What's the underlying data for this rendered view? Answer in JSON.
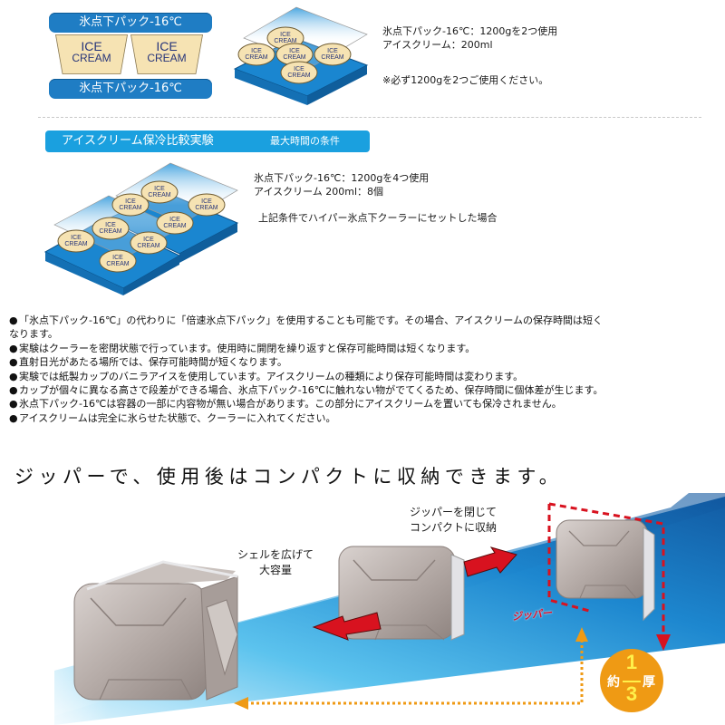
{
  "top_diagram": {
    "pack_banner_top": "氷点下パック-16℃",
    "pack_banner_bottom": "氷点下パック-16℃",
    "cups": [
      {
        "line1": "ICE",
        "line2": "CREAM"
      },
      {
        "line1": "ICE",
        "line2": "CREAM"
      }
    ],
    "tray_cup_label": "ICE CREAM",
    "spec_line1": "氷点下パック-16℃：1200gを2つ使用",
    "spec_line2": "アイスクリーム：200ml",
    "spec_note": "※必ず1200gを2つご使用ください。"
  },
  "section": {
    "title": "アイスクリーム保冷比較実験",
    "subtitle": "最大時間の条件",
    "spec_line1": "氷点下パック-16℃：1200gを4つ使用",
    "spec_line2": "アイスクリーム 200ml：8個",
    "spec_note": "上記条件でハイパー氷点下クーラーにセットした場合"
  },
  "notes": [
    {
      "bullet": "●",
      "text": "「氷点下パック-16℃」の代わりに「倍速氷点下パック」を使用することも可能です。その場合、アイスクリームの保存時間は短く",
      "cont": "なります。"
    },
    {
      "bullet": "●",
      "text": "実験はクーラーを密閉状態で行っています。使用時に開閉を繰り返すと保存可能時間は短くなります。"
    },
    {
      "bullet": "●",
      "text": "直射日光があたる場所では、保存可能時間が短くなります。"
    },
    {
      "bullet": "●",
      "text": "実験では紙製カップのバニラアイスを使用しています。アイスクリームの種類により保存可能時間は変わります。"
    },
    {
      "bullet": "●",
      "text": "カップが個々に異なる高さで段差ができる場合、氷点下パック-16℃に触れない物がでてくるため、保存時間に個体差が生じます。"
    },
    {
      "bullet": "●",
      "text": "氷点下パック-16℃は容器の一部に内容物が無い場合があります。この部分にアイスクリームを置いても保冷されません。"
    },
    {
      "bullet": "●",
      "text": "アイスクリームは完全に氷らせた状態で、クーラーに入れてください。"
    }
  ],
  "headline": "ジッパーで、使用後はコンパクトに収納できます。",
  "illustration": {
    "caption_expand_line1": "シェルを広げて",
    "caption_expand_line2": "大容量",
    "caption_close_line1": "ジッパーを閉じて",
    "caption_close_line2": "コンパクトに収納",
    "zipper_label": "ジッパー",
    "badge": {
      "prefix": "約",
      "numerator": "1",
      "denominator": "3",
      "suffix": "厚"
    },
    "colors": {
      "band_light": "#5cc3ee",
      "band_dark": "#10549c",
      "arrow_red": "#d8121f",
      "dash_red": "#d8121f",
      "arrow_orange": "#ef9a14",
      "badge_orange": "#ef9a14",
      "badge_yellow": "#fff04a"
    }
  },
  "colors": {
    "pack_banner": "#1f7dc4",
    "section_banner": "#1aa0df",
    "cup_fill": "#f6e3b3",
    "cup_text": "#27357a",
    "tray_blue": "#1a86d0"
  }
}
